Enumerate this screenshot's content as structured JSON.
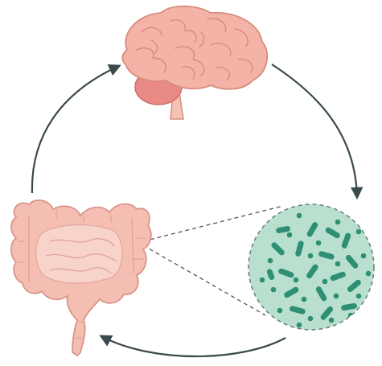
{
  "diagram": {
    "nodes": [
      {
        "id": "brain",
        "icon": "brain-icon"
      },
      {
        "id": "gut",
        "icon": "intestine-icon"
      },
      {
        "id": "microbiome",
        "icon": "bacteria-icon"
      }
    ],
    "edges": [
      {
        "from": "brain",
        "to": "microbiome",
        "style": "solid-arrow"
      },
      {
        "from": "microbiome",
        "to": "gut",
        "style": "solid-arrow"
      },
      {
        "from": "gut",
        "to": "brain",
        "style": "solid-arrow"
      },
      {
        "from": "gut",
        "to": "microbiome",
        "style": "dashed-zoom-lines"
      }
    ],
    "colors": {
      "brain": "#f3b3a6",
      "brain_outline": "#d98b7f",
      "cerebellum": "#e98a86",
      "intestine": "#f5beb2",
      "intestine_outline": "#d9948a",
      "bacteria_bg": "#b9e0cf",
      "bacteria": "#2e8f74",
      "arrow": "#3a4a4c"
    }
  }
}
